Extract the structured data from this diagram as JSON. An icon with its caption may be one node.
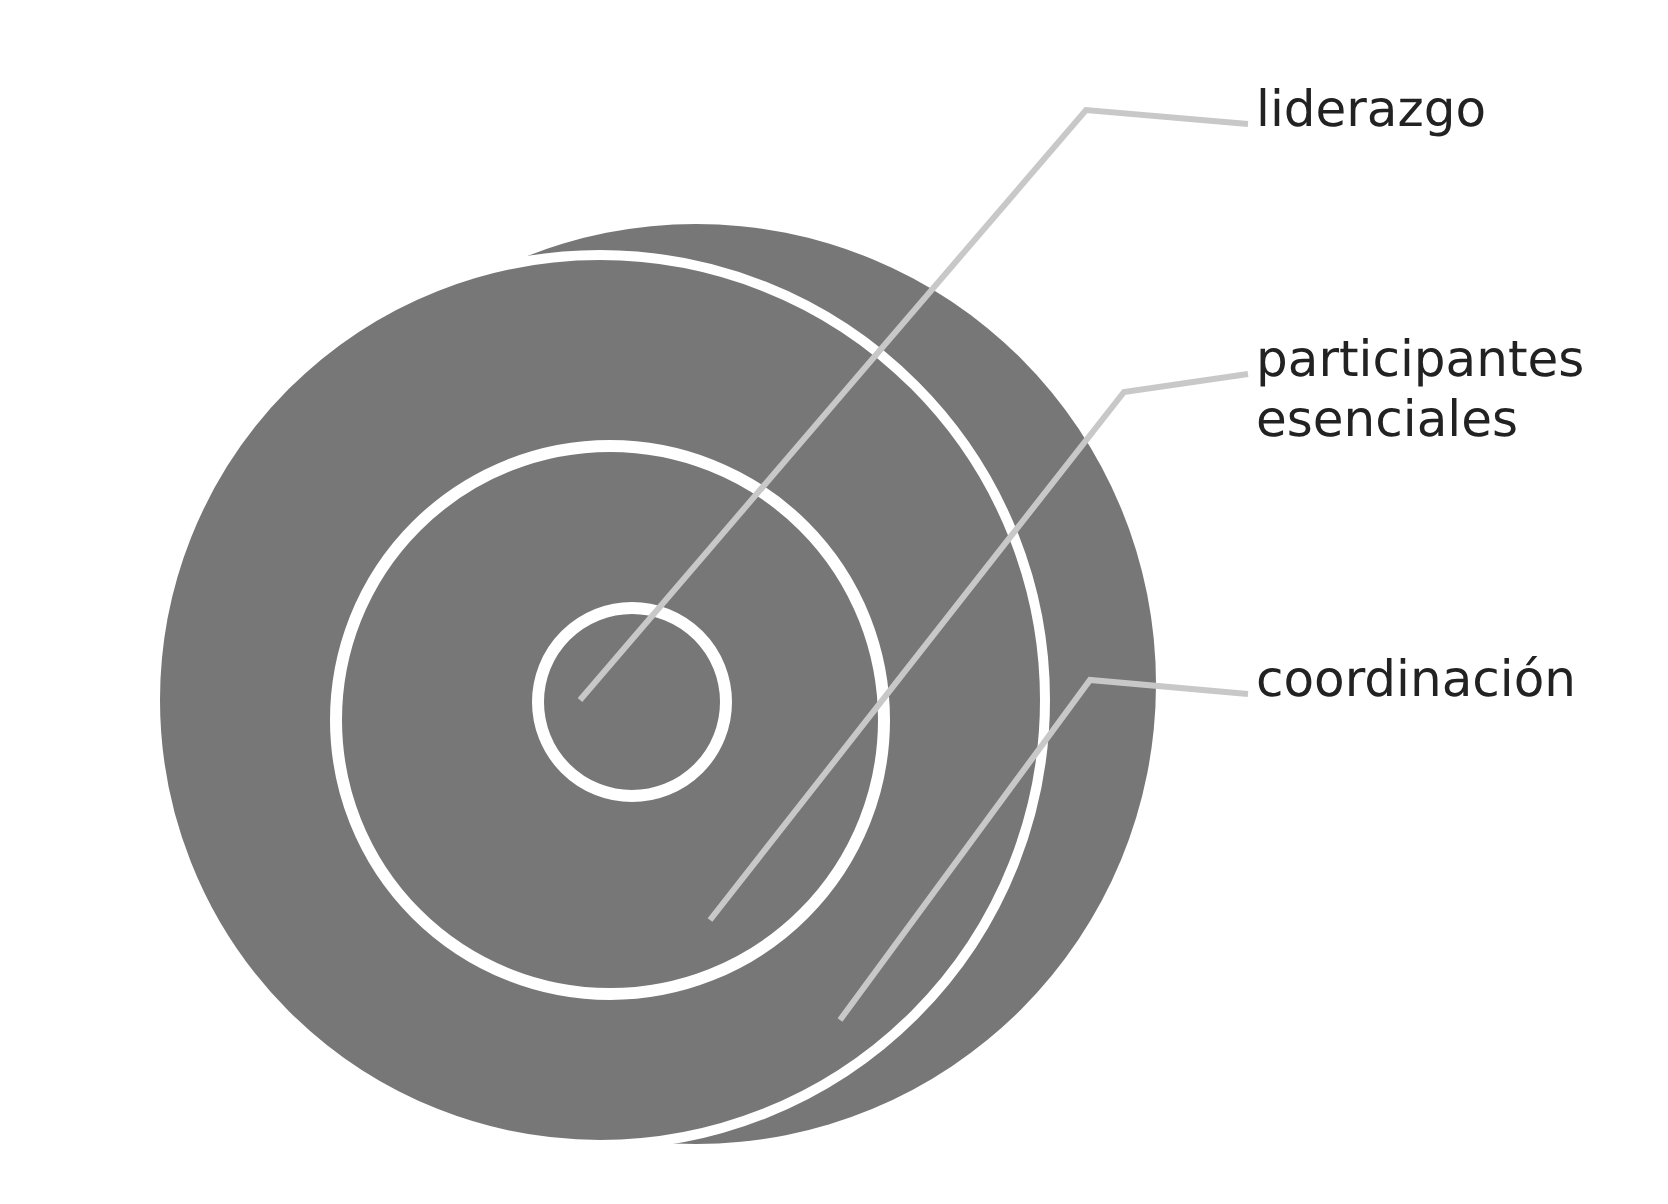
{
  "diagram": {
    "nodes": [
      {
        "text": [],
        "shape": "circle"
      },
      {
        "text": [],
        "shape": "circle",
        "in": 0
      },
      {
        "text": [],
        "shape": "circle",
        "in": 1
      },
      {
        "text": [
          "liderazgo"
        ]
      },
      {
        "text": [
          "participantes esenciales"
        ]
      },
      {
        "text": [
          "coordinación"
        ]
      }
    ],
    "edges": [
      {
        "from": 3,
        "to": 2,
        "arrow": "none"
      },
      {
        "from": 4,
        "to": 1,
        "arrow": "none"
      },
      {
        "from": 5,
        "to": 0,
        "arrow": "none"
      }
    ]
  }
}
